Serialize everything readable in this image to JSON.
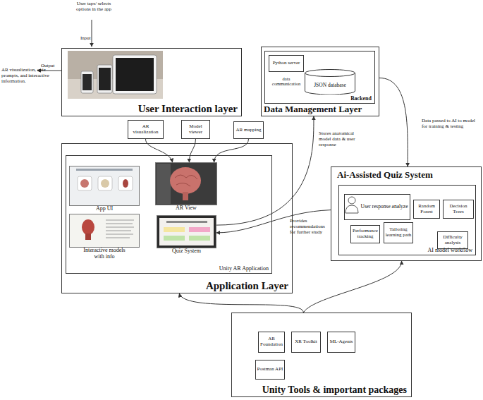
{
  "diagram": {
    "nodes": [
      {
        "text": [
          "User Interaction layer"
        ]
      },
      {
        "text": [
          "Data Management Layer"
        ]
      },
      {
        "text": [
          "Backend"
        ],
        "in": 1
      },
      {
        "text": [
          "Python server"
        ],
        "in": 2
      },
      {
        "text": [
          "JSON database"
        ],
        "in": 2
      },
      {
        "text": [
          "AR visualization"
        ]
      },
      {
        "text": [
          "Model viewer"
        ]
      },
      {
        "text": [
          "AR mapping"
        ]
      },
      {
        "text": [
          "Application Layer"
        ]
      },
      {
        "text": [
          "Unity AR Application"
        ],
        "in": 8
      },
      {
        "text": [
          "App UI"
        ],
        "in": 9
      },
      {
        "text": [
          "AR View"
        ],
        "in": 9
      },
      {
        "text": [
          "Interactive models with info"
        ],
        "in": 9
      },
      {
        "text": [
          "Quiz System"
        ],
        "in": 9
      },
      {
        "text": [
          "Ai-Assisted Quiz System"
        ]
      },
      {
        "text": [
          "AI model workflow"
        ],
        "in": 14
      },
      {
        "text": [
          "User response analyze"
        ],
        "in": 15
      },
      {
        "text": [
          "Random Forest"
        ],
        "in": 15
      },
      {
        "text": [
          "Decision Trees"
        ],
        "in": 15
      },
      {
        "text": [
          "Performance tracking"
        ],
        "in": 15
      },
      {
        "text": [
          "Tailoring learning path"
        ],
        "in": 15
      },
      {
        "text": [
          "Difficulty analysis"
        ],
        "in": 15
      },
      {
        "text": [
          "Unity Tools & important packages"
        ]
      },
      {
        "text": [
          "AR Foundation"
        ],
        "in": 22
      },
      {
        "text": [
          "XR Toolkit"
        ],
        "in": 22
      },
      {
        "text": [
          "ML-Agents"
        ],
        "in": 22
      },
      {
        "text": [
          "Postman API"
        ],
        "in": 22
      }
    ],
    "edges": [
      {
        "from": 5,
        "to": 11,
        "arrow": "to"
      },
      {
        "from": 6,
        "to": 11,
        "arrow": "to"
      },
      {
        "from": 7,
        "to": 11,
        "arrow": "to"
      },
      {
        "from": 13,
        "to": 1,
        "label": "Stores anatomical model data & user response",
        "arrow": "to"
      },
      {
        "from": 1,
        "to": 14,
        "label": "Data passed to AI to model for training & testing",
        "arrow": "to"
      },
      {
        "from": 14,
        "to": 13,
        "label": "Provides recommendations for further study",
        "arrow": "to"
      },
      {
        "from": 22,
        "to": 8,
        "arrow": "to"
      },
      {
        "from": 22,
        "to": 14,
        "arrow": "to"
      }
    ],
    "labels": [
      "User taps/ selects options in the app",
      "Input",
      "Output",
      "AR visualization, quiz prompts, and interactive information.",
      "data communication"
    ]
  }
}
